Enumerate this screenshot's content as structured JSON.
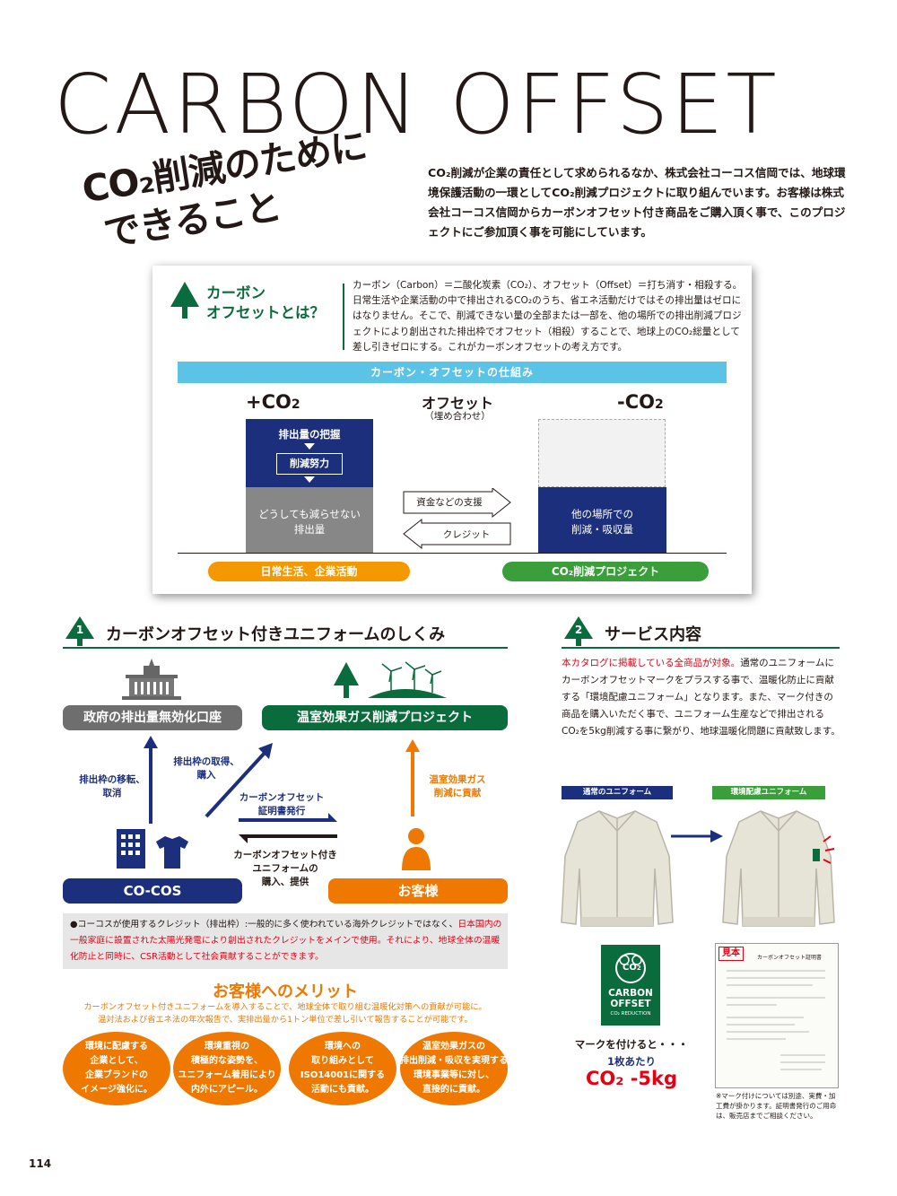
{
  "title": "CARBON OFFSET",
  "headline": {
    "line1": "CO₂削減のために",
    "line2": "できること"
  },
  "intro": "CO₂削減が企業の責任として求められるなか、株式会社コーコス信岡では、地球環境保護活動の一環としてCO₂削減プロジェクトに取り組んでいます。お客様は株式会社コーコス信岡からカーボンオフセット付き商品をご購入頂く事で、このプロジェクトにご参加頂く事を可能にしています。",
  "panel": {
    "heading_line1": "カーボン",
    "heading_line2": "オフセットとは？",
    "description": "カーボン（Carbon）＝二酸化炭素（CO₂）、オフセット（Offset）＝打ち消す・相殺する。日常生活や企業活動の中で排出されるCO₂のうち、省エネ活動だけではその排出量はゼロにはなりません。そこで、削減できない量の全部または一部を、他の場所での排出削減プロジェクトにより創出された排出枠でオフセット（相殺）することで、地球上のCO₂総量として差し引きゼロにする。これがカーボンオフセットの考え方です。",
    "mechanism_title": "カーボン・オフセットの仕組み",
    "plus_co2": "+CO",
    "minus_co2": "-CO",
    "sub2": "2",
    "offset_label": "オフセット",
    "offset_sub": "（埋め合わせ）",
    "grasp": "排出量の把握",
    "effort": "削減努力",
    "unavoidable_line1": "どうしても減らせない",
    "unavoidable_line2": "排出量",
    "support": "資金などの支援",
    "credit": "クレジット",
    "elsewhere_line1": "他の場所での",
    "elsewhere_line2": "削減・吸収量",
    "daily_life": "日常生活、企業活動",
    "co2_project": "CO₂削減プロジェクト"
  },
  "section1": {
    "number": "1",
    "title": "カーボンオフセット付きユニフォームのしくみ",
    "government": "政府の排出量無効化口座",
    "greenhouse_project": "温室効果ガス削減プロジェクト",
    "transfer_line1": "排出枠の移転、",
    "transfer_line2": "取消",
    "acquire_line1": "排出枠の取得、",
    "acquire_line2": "購入",
    "certificate_line1": "カーボンオフセット",
    "certificate_line2": "証明書発行",
    "contribution_line1": "温室効果ガス",
    "contribution_line2": "削減に貢献",
    "purchase_line1": "カーボンオフセット付き",
    "purchase_line2": "ユニフォームの",
    "purchase_line3": "購入、提供",
    "cocos": "CO-COS",
    "customer": "お客様",
    "note_lead": "●コーコスが使用するクレジット（排出枠）:一般的に多く使われている海外クレジットではなく、",
    "note_red": "日本国内の一般家庭に設置された太陽光発電により創出されたクレジットをメインで使用。それにより、地球全体の温暖化防止と同時に、CSR活動として社会貢献することができます。",
    "merit_title": "お客様へのメリット",
    "merit_desc_line1": "カーボンオフセット付きユニフォームを導入することで、地球全体で取り組む温暖化対策への貢献が可能に。",
    "merit_desc_line2": "温対法および省エネ法の年次報告で、実排出量から1トン単位で差し引いて報告することが可能です。",
    "merits": [
      {
        "l1": "環境に配慮する",
        "l2": "企業として、",
        "l3": "企業ブランドの",
        "l4": "イメージ強化に。"
      },
      {
        "l1": "環境重視の",
        "l2": "積極的な姿勢を、",
        "l3": "ユニフォーム着用により",
        "l4": "内外にアピール。"
      },
      {
        "l1": "環境への",
        "l2": "取り組みとして",
        "l3": "ISO14001に関する",
        "l4": "活動にも貢献。"
      },
      {
        "l1": "温室効果ガスの",
        "l2": "排出削減・吸収を実現する",
        "l3": "環境事業等に対し、",
        "l4": "直接的に貢献。"
      }
    ]
  },
  "section2": {
    "number": "2",
    "title": "サービス内容",
    "desc_red": "本カタログに掲載している全商品が対象。",
    "desc_rest": "通常のユニフォームにカーボンオフセットマークをプラスする事で、温暖化防止に貢献する「環境配慮ユニフォーム」となります。また、マーク付きの商品を購入いただく事で、ユニフォーム生産などで排出されるCO₂を5kg削減する事に繋がり、地球温暖化問題に貢献致します。",
    "normal_label": "通常のユニフォーム",
    "eco_label": "環境配慮ユニフォーム",
    "logo_co2": "CO",
    "logo_line1": "CARBON",
    "logo_line2": "OFFSET",
    "logo_line3": "CO₂ REDUCTION",
    "mark_text": "マークを付けると・・・",
    "per_item": "1枚あたり",
    "reduction": "CO₂ -5kg",
    "sample_badge": "見本",
    "certificate_title": "カーボンオフセット証明書",
    "footnote": "※マーク付けについては別途、実費・加工費が掛かります。証明書発行のご用命は、販売店までご相談ください。"
  },
  "page_number": "114",
  "colors": {
    "green": "#0a6b3c",
    "navy": "#1c2f7c",
    "orange": "#ee7800",
    "red": "#e60012",
    "light_blue": "#5bc3e6",
    "gray": "#878787"
  }
}
